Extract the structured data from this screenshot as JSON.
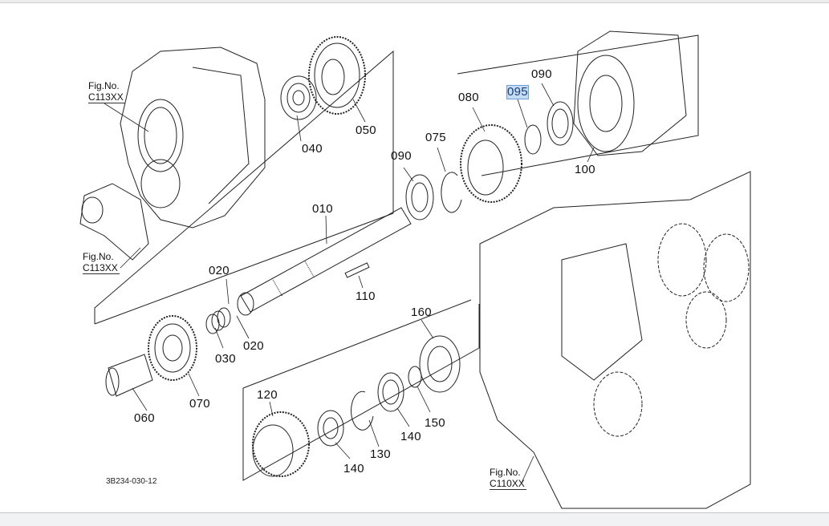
{
  "diagram": {
    "drawing_number": "3B234-030-12",
    "selected_callout": "095",
    "fig_refs": [
      {
        "label": "Fig.No.",
        "code": "C113XX"
      },
      {
        "label": "Fig.No.",
        "code": "C113XX"
      },
      {
        "label": "Fig.No.",
        "code": "C110XX"
      }
    ],
    "callouts": {
      "c010": "010",
      "c020a": "020",
      "c020b": "020",
      "c030": "030",
      "c040": "040",
      "c050": "050",
      "c060": "060",
      "c070": "070",
      "c075": "075",
      "c080": "080",
      "c090a": "090",
      "c090b": "090",
      "c095": "095",
      "c100": "100",
      "c110": "110",
      "c120": "120",
      "c130": "130",
      "c140a": "140",
      "c140b": "140",
      "c150": "150",
      "c160": "160"
    }
  }
}
